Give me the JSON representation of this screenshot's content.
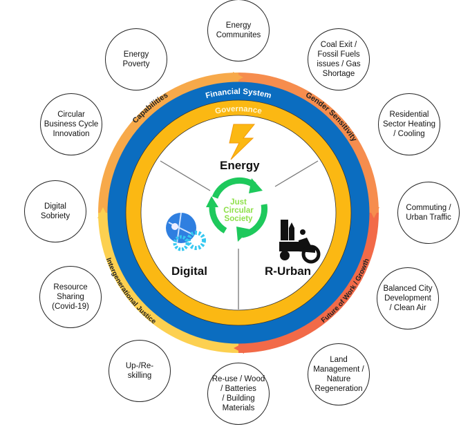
{
  "center": {
    "line1": "Just",
    "line2": "Circular",
    "line3": "Society"
  },
  "sectors": {
    "energy": "Energy",
    "digital": "Digital",
    "rurban": "R-Urban"
  },
  "rings": {
    "financial": "Financial System",
    "governance": "Governance"
  },
  "outer_ring": {
    "capabilities": "Capabilities",
    "gender": "Gender Sensitivity",
    "future": "Future of Work / Growth",
    "intergenerational": "Intergenerational Justice"
  },
  "satellites": [
    "Energy\nCommunites",
    "Coal Exit /\nFossil Fuels\nissues / Gas\nShortage",
    "Residential\nSector Heating\n/ Cooling",
    "Commuting /\nUrban Traffic",
    "Balanced City\nDevelopment\n/ Clean Air",
    "Land\nManagement /\nNature\nRegeneration",
    "Re-use / Wood\n/ Batteries\n/ Building\nMaterials",
    "Up-/Re-\nskilling",
    "Resource\nSharing\n(Covid-19)",
    "Digital\nSobriety",
    "Circular\nBusiness Cycle\nInnovation",
    "Energy\nPoverty"
  ],
  "colors": {
    "capabilities": "#f7a94a",
    "gender": "#f68d4e",
    "future": "#f26a48",
    "intergenerational": "#fcd050",
    "blue": "#0b6dc0",
    "yellow": "#fbb813",
    "green": "#1ec95c",
    "green_text": "#8ee04a"
  }
}
